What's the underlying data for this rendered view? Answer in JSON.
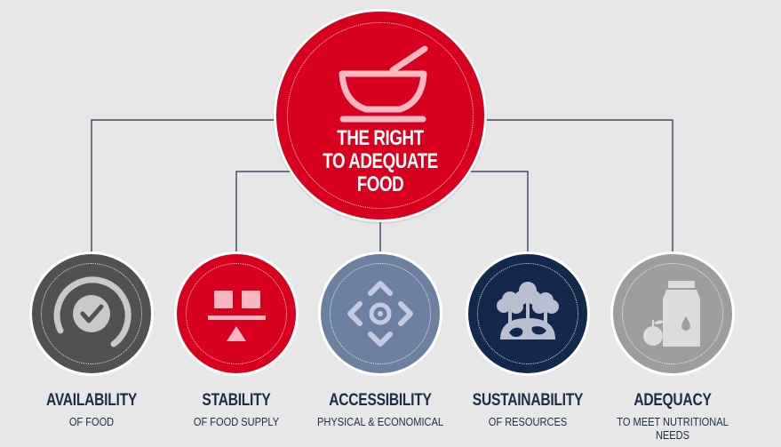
{
  "central": {
    "title_lines": [
      "THE RIGHT",
      "TO ADEQUATE",
      "FOOD"
    ],
    "color": "#d8001f",
    "icon": "bowl-icon"
  },
  "pillars": [
    {
      "title": "AVAILABILITY",
      "subtitle": "OF FOOD",
      "color": "#505153",
      "icon": "check-circle-icon"
    },
    {
      "title": "STABILITY",
      "subtitle": "OF FOOD SUPPLY",
      "color": "#d8001f",
      "icon": "balance-icon"
    },
    {
      "title": "ACCESSIBILITY",
      "subtitle": "PHYSICAL & ECONOMICAL",
      "color": "#6c809f",
      "icon": "directional-arrows-icon"
    },
    {
      "title": "SUSTAINABILITY",
      "subtitle": "OF RESOURCES",
      "color": "#13294b",
      "icon": "trees-globe-icon"
    },
    {
      "title": "ADEQUACY",
      "subtitle": "TO MEET NUTRITIONAL NEEDS",
      "color": "#9d9d9c",
      "icon": "milk-apple-icon"
    }
  ],
  "colors": {
    "background": "#e7e7e7",
    "connector": "#1b2d4a",
    "text": "#1b2d4a"
  }
}
